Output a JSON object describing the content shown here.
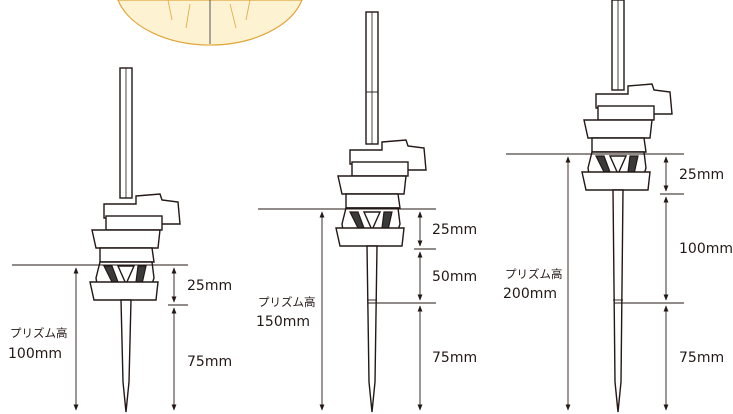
{
  "colors": {
    "ink": "#231815",
    "sun_fill": "#fdf3d2",
    "sun_ray": "#e2a63a"
  },
  "icons": {
    "sun": "sun-decoration-icon"
  },
  "configurations": [
    {
      "prism_height_label": "プリズム高",
      "prism_height_value": "100mm",
      "segments": [
        "25mm",
        "75mm"
      ]
    },
    {
      "prism_height_label": "プリズム高",
      "prism_height_value": "150mm",
      "segments": [
        "25mm",
        "50mm",
        "75mm"
      ]
    },
    {
      "prism_height_label": "プリズム高",
      "prism_height_value": "200mm",
      "segments": [
        "25mm",
        "100mm",
        "75mm"
      ]
    }
  ]
}
